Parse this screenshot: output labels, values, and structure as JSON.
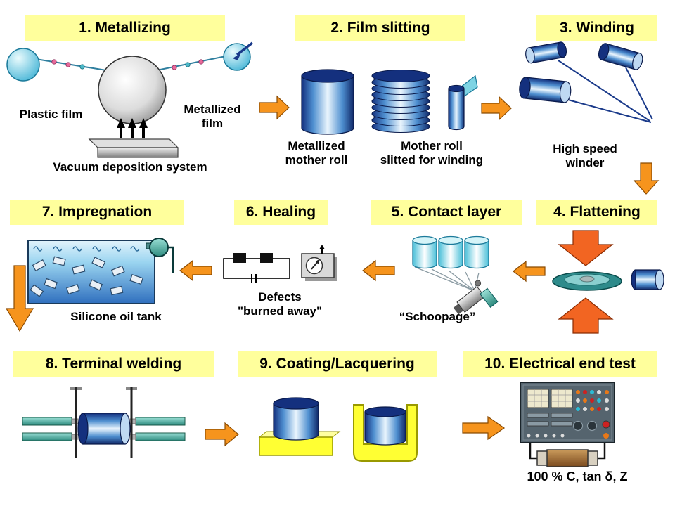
{
  "colors": {
    "title_bg": "#FFFF9C",
    "flow_arrow": "#F6941D",
    "press_arrow": "#F26522"
  },
  "steps": [
    {
      "num": 1,
      "title": "1. Metallizing"
    },
    {
      "num": 2,
      "title": "2. Film slitting"
    },
    {
      "num": 3,
      "title": "3. Winding"
    },
    {
      "num": 4,
      "title": "4. Flattening"
    },
    {
      "num": 5,
      "title": "5. Contact layer"
    },
    {
      "num": 6,
      "title": "6. Healing"
    },
    {
      "num": 7,
      "title": "7. Impregnation"
    },
    {
      "num": 8,
      "title": "8. Terminal welding"
    },
    {
      "num": 9,
      "title": "9. Coating/Lacquering"
    },
    {
      "num": 10,
      "title": "10. Electrical end test"
    }
  ],
  "labels": {
    "plastic_film": "Plastic film",
    "metallized_film_l1": "Metallized",
    "metallized_film_l2": "film",
    "vacuum_deposition": "Vacuum deposition system",
    "metallized_mother_roll_l1": "Metallized",
    "metallized_mother_roll_l2": "mother roll",
    "mother_roll_slitted_l1": "Mother roll",
    "mother_roll_slitted_l2": "slitted for winding",
    "high_speed_winder_l1": "High speed",
    "high_speed_winder_l2": "winder",
    "silicone_oil_tank": "Silicone oil tank",
    "defects_l1": "Defects",
    "defects_l2": "\"burned away\"",
    "schoopage": "“Schoopage”",
    "electrical_test": "100 % C, tan δ, Z"
  }
}
